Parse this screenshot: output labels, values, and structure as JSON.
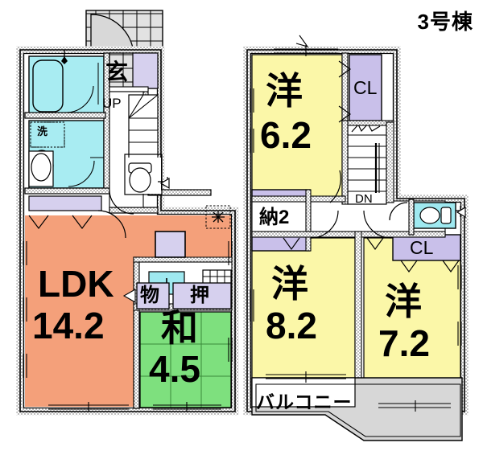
{
  "title": "3号棟",
  "floor_plan": {
    "type": "residential-2-story",
    "first_floor": {
      "rooms": [
        {
          "name": "LDK",
          "size": "14.2",
          "color": "#f4a07a"
        },
        {
          "name": "和",
          "size": "4.5",
          "color": "#7ee07e"
        },
        {
          "name": "玄",
          "size": "",
          "color": "#d9d9d9"
        },
        {
          "name": "物",
          "size": "",
          "color": "#d6d0ee"
        },
        {
          "name": "押",
          "size": "",
          "color": "#d6d0ee"
        },
        {
          "name": "洗",
          "size": "",
          "color": "#a8ecf2"
        }
      ],
      "markers": [
        {
          "label": "UP",
          "meaning": "stairs-up"
        }
      ]
    },
    "second_floor": {
      "rooms": [
        {
          "name": "洋",
          "size": "6.2",
          "color": "#fbf7a8"
        },
        {
          "name": "洋",
          "size": "8.2",
          "color": "#fbf7a8"
        },
        {
          "name": "洋",
          "size": "7.2",
          "color": "#fbf7a8"
        },
        {
          "name": "納2",
          "size": "",
          "color": "#c9c0ea"
        },
        {
          "name": "CL",
          "size": "",
          "color": "#c9c0ea"
        },
        {
          "name": "CL",
          "size": "",
          "color": "#c9c0ea"
        },
        {
          "name": "バルコニー",
          "size": "",
          "color": "#d9d9d9"
        }
      ],
      "markers": [
        {
          "label": "DN",
          "meaning": "stairs-down"
        }
      ]
    }
  },
  "labels": {
    "ldk_name": "LDK",
    "ldk_size": "14.2",
    "washitsu_name": "和",
    "washitsu_size": "4.5",
    "genkan": "玄",
    "up": "UP",
    "sen": "洗",
    "mono": "物",
    "oshi": "押",
    "yo1_name": "洋",
    "yo1_size": "6.2",
    "yo2_name": "洋",
    "yo2_size": "8.2",
    "yo3_name": "洋",
    "yo3_size": "7.2",
    "nando": "納2",
    "cl1": "CL",
    "cl2": "CL",
    "dn": "DN",
    "balcony": "バルコニー"
  },
  "colors": {
    "ldk": "#f4a07a",
    "washitsu": "#7ee07e",
    "yoshitsu": "#fbf7a8",
    "closet": "#cfc6ec",
    "water": "#9fe9f0",
    "balcony": "#d7d7d7",
    "wall": "#000000",
    "hatch": "#b4b4b4"
  }
}
